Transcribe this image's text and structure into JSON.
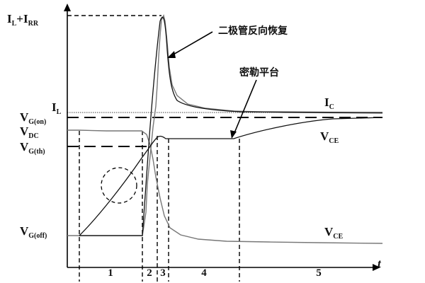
{
  "labels": {
    "il_irr": {
      "main": "I",
      "s1": "L",
      "plus": "+I",
      "s2": "RR"
    },
    "il": {
      "main": "I",
      "sub": "L"
    },
    "vg_on": {
      "main": "V",
      "sub": "G(on)"
    },
    "vdc": {
      "main": "V",
      "sub": "DC"
    },
    "vg_th": {
      "main": "V",
      "sub": "G(th)"
    },
    "vg_off": {
      "main": "V",
      "sub": "G(off)"
    },
    "ic": {
      "main": "I",
      "sub": "C"
    },
    "vce_upper": {
      "main": "V",
      "sub": "CE"
    },
    "vce_lower": {
      "main": "V",
      "sub": "CE"
    },
    "t": "t"
  },
  "annotations": {
    "diode_recovery": "二极管反向恢复",
    "miller_plateau": "密勒平台"
  },
  "stages": [
    "1",
    "2",
    "3",
    "4",
    "5"
  ],
  "colors": {
    "line": "#111111",
    "noisy": "#777777",
    "background": "#ffffff"
  }
}
